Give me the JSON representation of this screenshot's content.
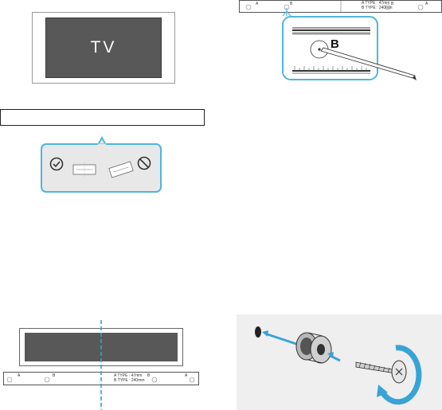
{
  "tv_label": "TV",
  "template_strip": {
    "point_a": "A",
    "point_b": "B",
    "type_a_text": "A TYPE : 47mm",
    "type_b_text": "B TYPE : 240mm"
  },
  "zoom_callout": {
    "label": "B"
  },
  "colors": {
    "tv_screen": "#585858",
    "callout_border": "#4fb6d9",
    "callout_fill": "#e8e8e8",
    "dashed_center_line": "#2fa0d8",
    "rotate_arrow": "#3aa3d6"
  },
  "icons": {
    "allowed": "check-circle-icon",
    "not_allowed": "prohibited-icon"
  }
}
